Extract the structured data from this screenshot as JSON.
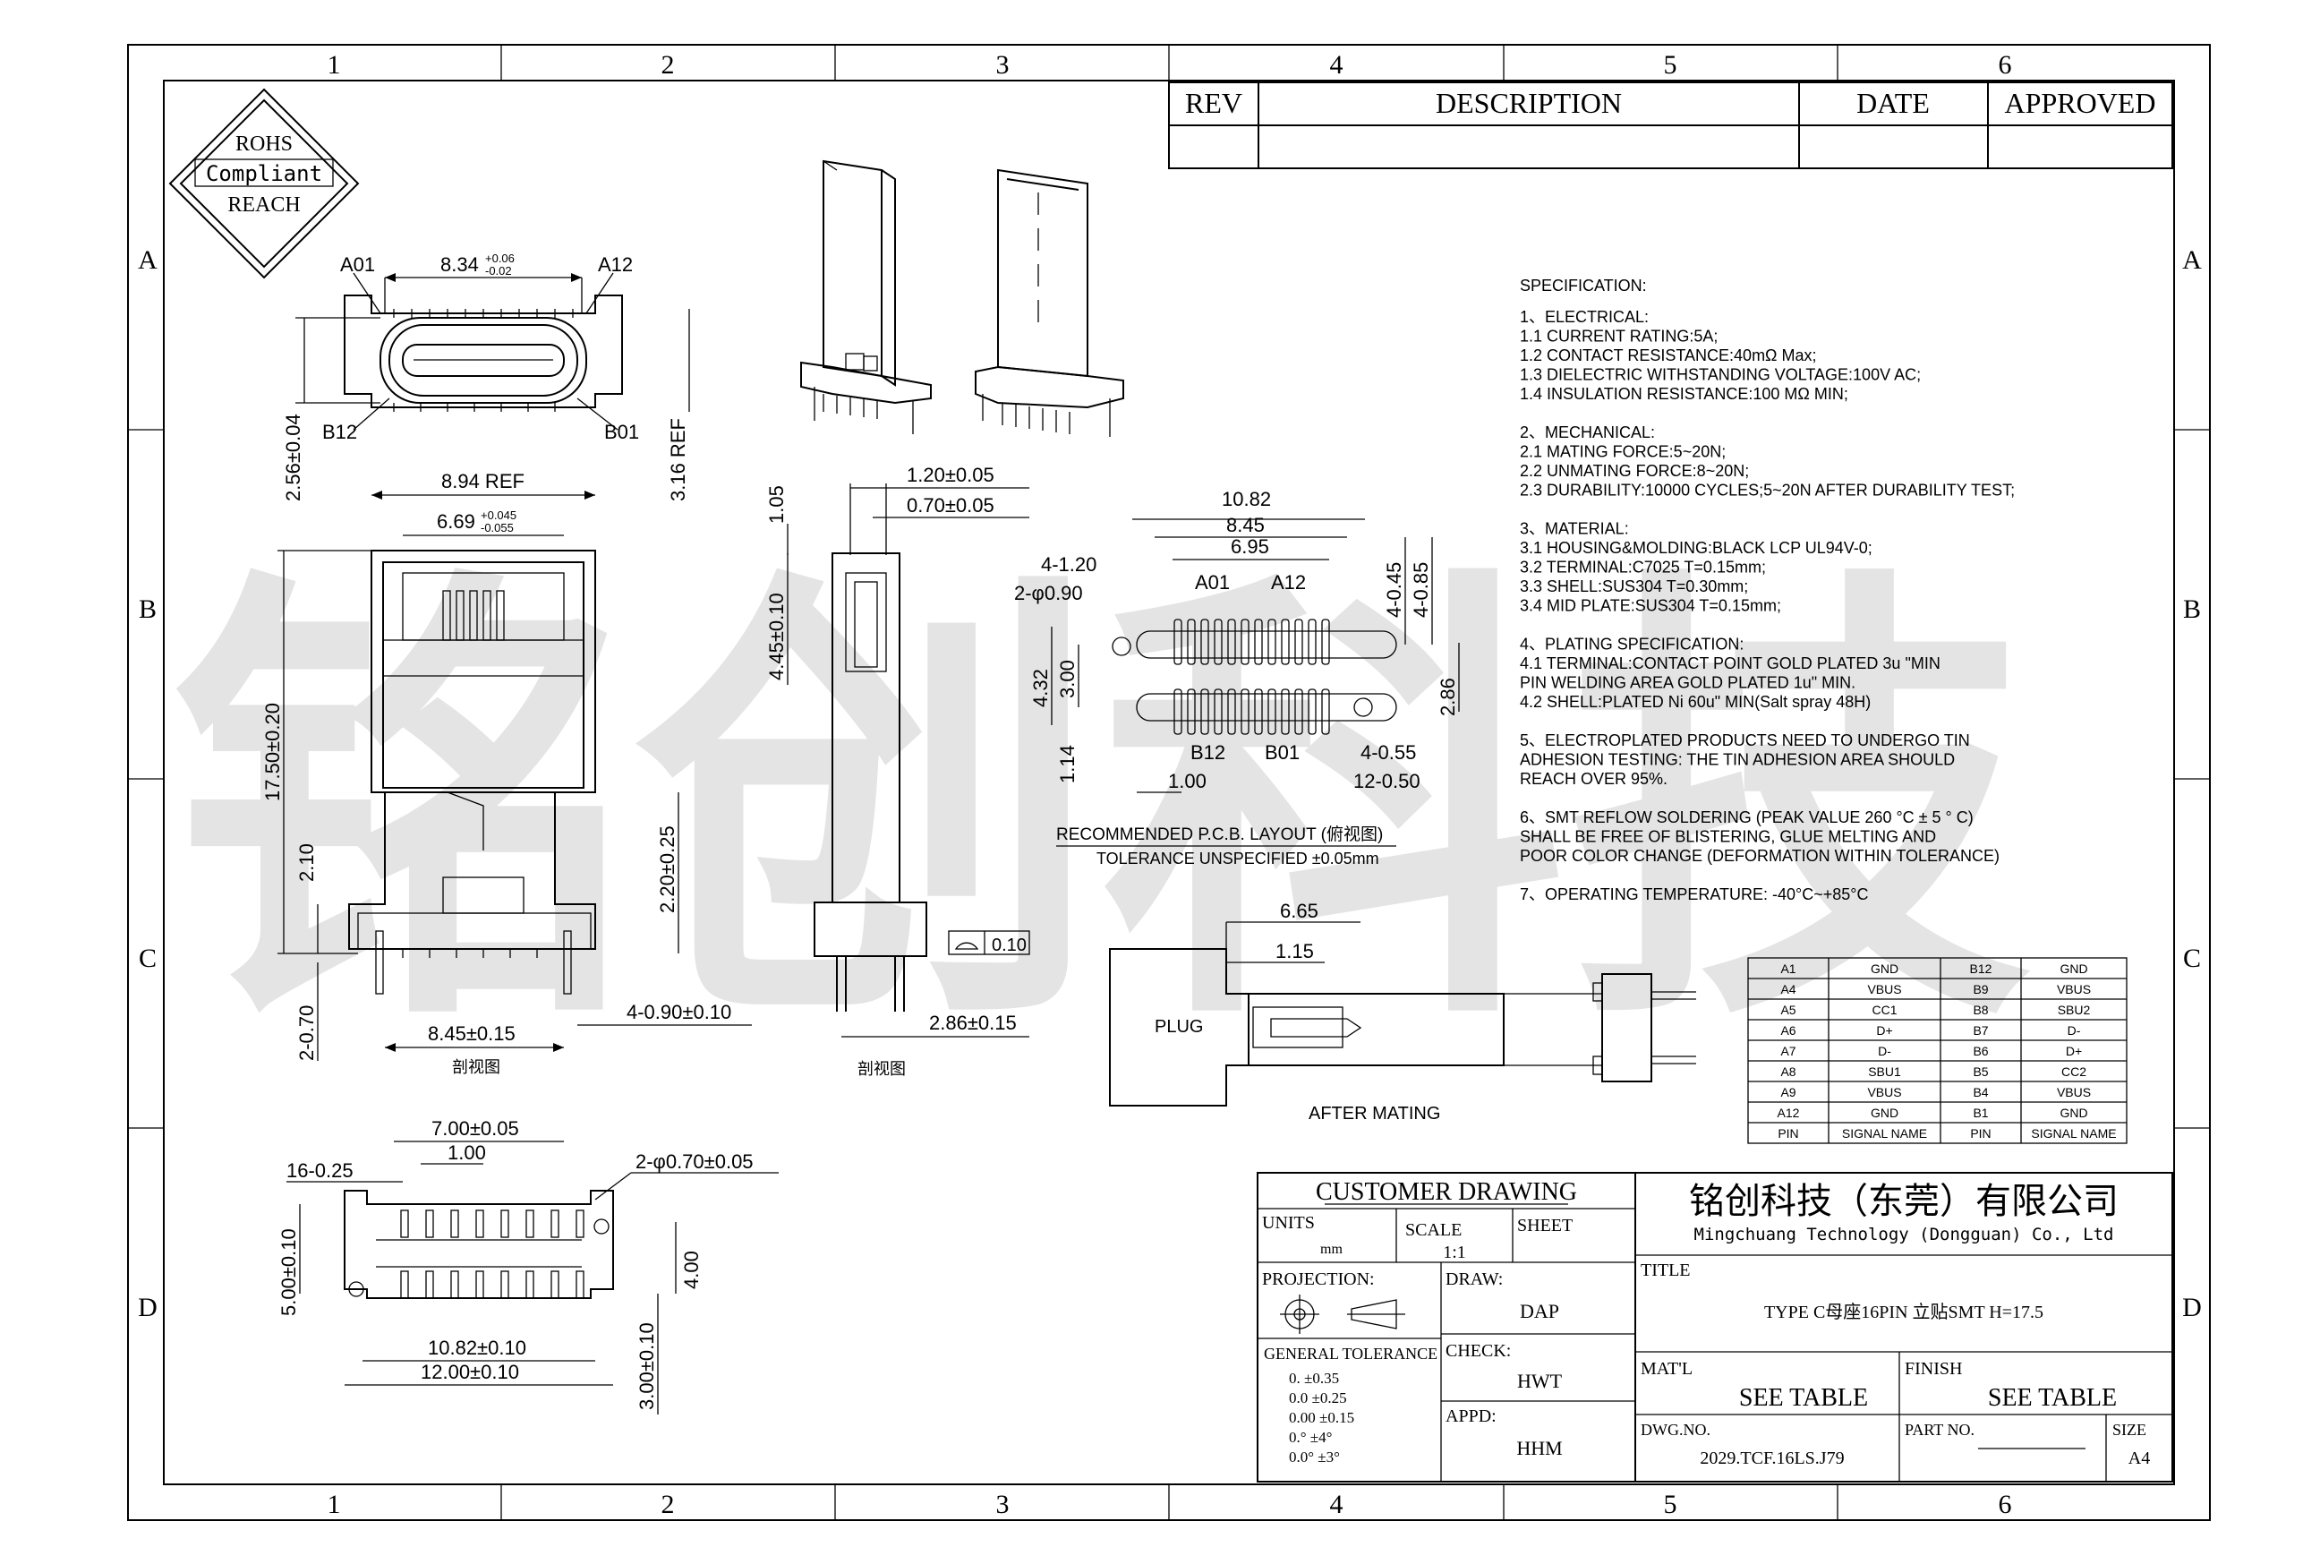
{
  "frame": {
    "cols": [
      "1",
      "2",
      "3",
      "4",
      "5",
      "6"
    ],
    "rows": [
      "A",
      "B",
      "C",
      "D"
    ]
  },
  "rohs": {
    "line1": "ROHS",
    "line2": "Compliant",
    "line3": "REACH"
  },
  "revision_block": {
    "rev": "REV",
    "description": "DESCRIPTION",
    "date": "DATE",
    "approved": "APPROVED"
  },
  "watermark": "铭创科技",
  "specification": {
    "title": "SPECIFICATION:",
    "lines": [
      "1、ELECTRICAL:",
      "  1.1  CURRENT  RATING:5A;",
      "  1.2  CONTACT  RESISTANCE:40mΩ  Max;",
      "  1.3  DIELECTRIC  WITHSTANDING  VOLTAGE:100V  AC;",
      "  1.4  INSULATION  RESISTANCE:100  MΩ  MIN;",
      "",
      "2、MECHANICAL:",
      "  2.1  MATING  FORCE:5~20N;",
      "  2.2  UNMATING  FORCE:8~20N;",
      "  2.3  DURABILITY:10000  CYCLES;5~20N  AFTER  DURABILITY  TEST;",
      "",
      "3、MATERIAL:",
      "   3.1  HOUSING&MOLDING:BLACK  LCP  UL94V-0;",
      "   3.2  TERMINAL:C7025  T=0.15mm;",
      "   3.3  SHELL:SUS304  T=0.30mm;",
      "   3.4  MID  PLATE:SUS304  T=0.15mm;",
      "",
      "4、PLATING  SPECIFICATION:",
      "   4.1  TERMINAL:CONTACT  POINT  GOLD  PLATED  3u \"MIN",
      "        PIN  WELDING  AREA  GOLD  PLATED  1u\"  MIN.",
      "   4.2  SHELL:PLATED  Ni  60u\"  MIN(Salt  spray  48H)",
      "",
      "5、ELECTROPLATED  PRODUCTS  NEED  TO  UNDERGO  TIN",
      "     ADHESION  TESTING:  THE  TIN  ADHESION  AREA  SHOULD",
      "     REACH  OVER  95%.",
      "",
      "6、SMT  REFLOW  SOLDERING  (PEAK  VALUE  260 °C ± 5 ° C)",
      "     SHALL  BE  FREE  OF  BLISTERING,  GLUE  MELTING  AND",
      "     POOR  COLOR  CHANGE  (DEFORMATION  WITHIN  TOLERANCE)",
      "",
      "7、OPERATING  TEMPERATURE:  -40°C~+85°C"
    ]
  },
  "pin_table": {
    "rows": [
      [
        "A1",
        "GND",
        "B12",
        "GND"
      ],
      [
        "A4",
        "VBUS",
        "B9",
        "VBUS"
      ],
      [
        "A5",
        "CC1",
        "B8",
        "SBU2"
      ],
      [
        "A6",
        "D+",
        "B7",
        "D-"
      ],
      [
        "A7",
        "D-",
        "B6",
        "D+"
      ],
      [
        "A8",
        "SBU1",
        "B5",
        "CC2"
      ],
      [
        "A9",
        "VBUS",
        "B4",
        "VBUS"
      ],
      [
        "A12",
        "GND",
        "B1",
        "GND"
      ]
    ],
    "header": [
      "PIN",
      "SIGNAL NAME",
      "PIN",
      "SIGNAL NAME"
    ]
  },
  "dims_top": {
    "a01": "A01",
    "a12": "A12",
    "b12": "B12",
    "b01": "B01",
    "width": "8.34",
    "tol_plus": "+0.06",
    "tol_minus": "-0.02",
    "h1": "2.56±0.04",
    "h2": "3.16 REF"
  },
  "dims_front": {
    "ref": "8.94 REF",
    "inner": "6.69",
    "inner_plus": "+0.045",
    "inner_minus": "-0.055",
    "height": "17.50±0.20",
    "d210": "2.10",
    "d220": "2.20±0.25",
    "d270": "2-0.70",
    "d845": "8.45±0.15",
    "d490": "4-0.90±0.10",
    "caption": "剖视图"
  },
  "dims_side": {
    "d120": "1.20±0.05",
    "d070": "0.70±0.05",
    "d105": "1.05",
    "d445": "4.45±0.10",
    "d286": "2.86±0.15",
    "flat": "0.10",
    "caption": "剖视图"
  },
  "dims_pcb": {
    "d1082": "10.82",
    "d845": "8.45",
    "d695": "6.95",
    "d4120": "4-1.20",
    "d2090": "2-φ0.90",
    "a01": "A01",
    "a12": "A12",
    "b12": "B12",
    "b01": "B01",
    "d4045": "4-0.45",
    "d4085": "4-0.85",
    "d432": "4.32",
    "d300": "3.00",
    "d286": "2.86",
    "d114": "1.14",
    "d100": "1.00",
    "d4055": "4-0.55",
    "d12050": "12-0.50",
    "title": "RECOMMENDED   P.C.B.  LAYOUT (俯视图)",
    "tol": "TOLERANCE  UNSPECIFIED ±0.05mm"
  },
  "dims_mating": {
    "d665": "6.65",
    "d115": "1.15",
    "plug": "PLUG",
    "caption": "AFTER  MATING"
  },
  "dims_bottom": {
    "d700": "7.00±0.05",
    "d100": "1.00",
    "d1625": "16-0.25",
    "d2070": "2-φ0.70±0.05",
    "d500": "5.00±0.10",
    "d400": "4.00",
    "d1082": "10.82±0.10",
    "d1200": "12.00±0.10",
    "d300": "3.00±0.10"
  },
  "title_block": {
    "customer_drawing": "CUSTOMER  DRAWING",
    "company_cn": "铭创科技（东莞）有限公司",
    "company_en": "Mingchuang Technology (Dongguan) Co., Ltd",
    "units_label": "UNITS",
    "units_value": "mm",
    "scale_label": "SCALE",
    "scale_value": "1:1",
    "sheet_label": "SHEET",
    "projection_label": "PROJECTION:",
    "draw_label": "DRAW:",
    "draw_value": "DAP",
    "check_label": "CHECK:",
    "check_value": "HWT",
    "appd_label": "APPD:",
    "appd_value": "HHM",
    "general_tol": "GENERAL  TOLERANCE",
    "tol_lines": [
      "0.     ±0.35",
      "0.0    ±0.25",
      "0.00   ±0.15",
      "0.°    ±4°",
      "0.0°   ±3°"
    ],
    "title_label": "TITLE",
    "title_value": "TYPE C母座16PIN 立贴SMT H=17.5",
    "matl_label": "MAT'L",
    "matl_value": "SEE TABLE",
    "finish_label": "FINISH",
    "finish_value": "SEE TABLE",
    "dwg_label": "DWG.NO.",
    "dwg_value": "2029.TCF.16LS.J79",
    "part_label": "PART NO.",
    "size_label": "SIZE",
    "size_value": "A4"
  }
}
